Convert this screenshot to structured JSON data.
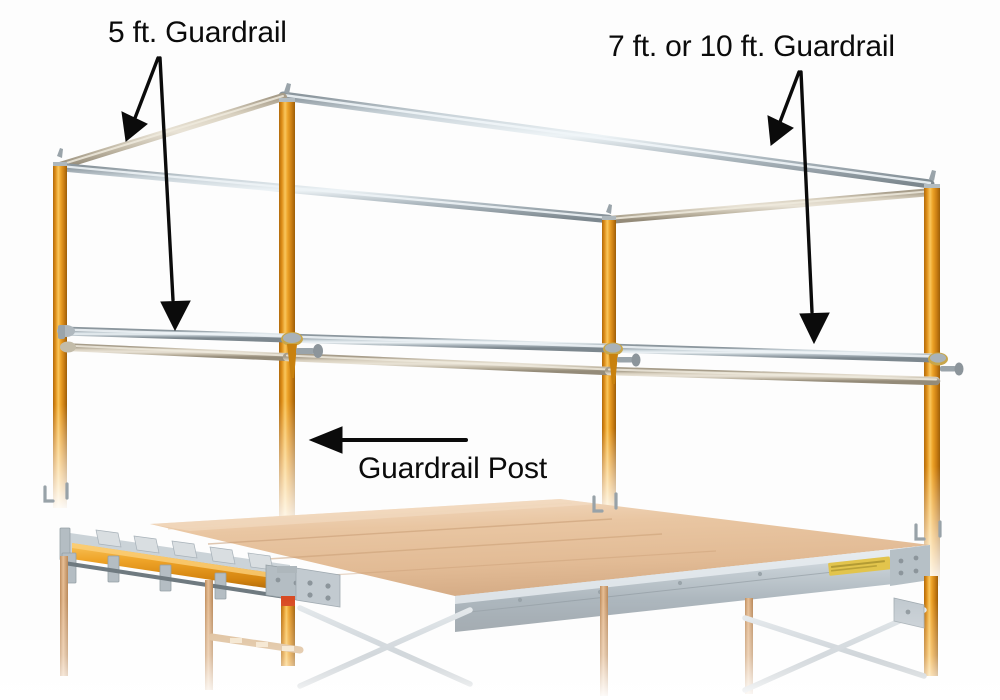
{
  "scene": {
    "title": "Scaffold guardrail system illustration",
    "background_color": "#fdfdfd"
  },
  "annotations": {
    "left_guardrail": {
      "text": "5 ft. Guardrail",
      "color": "#0b0b0b",
      "arrow_count": 2
    },
    "right_guardrail": {
      "text": "7 ft. or 10 ft. Guardrail",
      "color": "#0b0b0b",
      "arrow_count": 2
    },
    "guardrail_post": {
      "text": "Guardrail Post",
      "color": "#0b0b0b",
      "arrow_count": 1
    }
  },
  "parts": {
    "post_color": "#E8961C",
    "post_highlight": "#FBC65B",
    "post_shadow": "#B86E10",
    "rail_color": "#B9C3CA",
    "rail_highlight": "#E3EAEE",
    "rail_shadow": "#8C979E",
    "beige_rail_color": "#CFC6B4",
    "deck_color": "#E8C3A0",
    "deck_highlight": "#F4DCC4",
    "deck_edge_color": "#B9C3CA",
    "leg_color": "#D8A878",
    "brace_color": "#C9CFD4",
    "clamp_color": "#A9B2B8",
    "warning_label_color": "#E0C14A"
  },
  "labels_list": [
    {
      "name": "left-guardrail-label",
      "text": "5 ft. Guardrail"
    },
    {
      "name": "right-guardrail-label",
      "text": "7 ft. or 10 ft. Guardrail"
    },
    {
      "name": "guardrail-post-label",
      "text": "Guardrail Post"
    }
  ],
  "structure": {
    "posts": 4,
    "top_rails": 3,
    "mid_rails": 4,
    "deck_planks": 5,
    "cross_braces": 2
  }
}
